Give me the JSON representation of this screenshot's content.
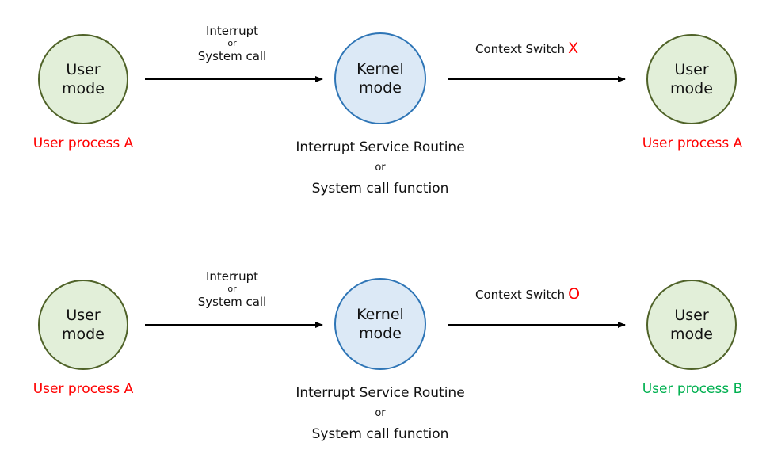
{
  "diagrams": [
    {
      "left_node": {
        "line1": "User",
        "line2": "mode"
      },
      "mid_node": {
        "line1": "Kernel",
        "line2": "mode"
      },
      "right_node": {
        "line1": "User",
        "line2": "mode"
      },
      "trigger": {
        "line1": "Interrupt",
        "or": "or",
        "line2": "System call"
      },
      "context_switch": {
        "label": "Context Switch",
        "mark": "X"
      },
      "handler": {
        "line1": "Interrupt Service Routine",
        "or": "or",
        "line2": "System call function"
      },
      "left_process": "User process A",
      "right_process": "User process A",
      "colors": {
        "left_process": "#ff0000",
        "right_process": "#ff0000"
      }
    },
    {
      "left_node": {
        "line1": "User",
        "line2": "mode"
      },
      "mid_node": {
        "line1": "Kernel",
        "line2": "mode"
      },
      "right_node": {
        "line1": "User",
        "line2": "mode"
      },
      "trigger": {
        "line1": "Interrupt",
        "or": "or",
        "line2": "System call"
      },
      "context_switch": {
        "label": "Context Switch",
        "mark": "O"
      },
      "handler": {
        "line1": "Interrupt Service Routine",
        "or": "or",
        "line2": "System call function"
      },
      "left_process": "User process A",
      "right_process": "User process B",
      "colors": {
        "left_process": "#ff0000",
        "right_process": "#00b050"
      }
    }
  ],
  "colors": {
    "user_node_fill": "#e2efd9",
    "user_node_border": "#4f6228",
    "kernel_node_fill": "#dce9f6",
    "kernel_node_border": "#2e75b6",
    "mark_red": "#ff0000",
    "process_green": "#00b050"
  }
}
